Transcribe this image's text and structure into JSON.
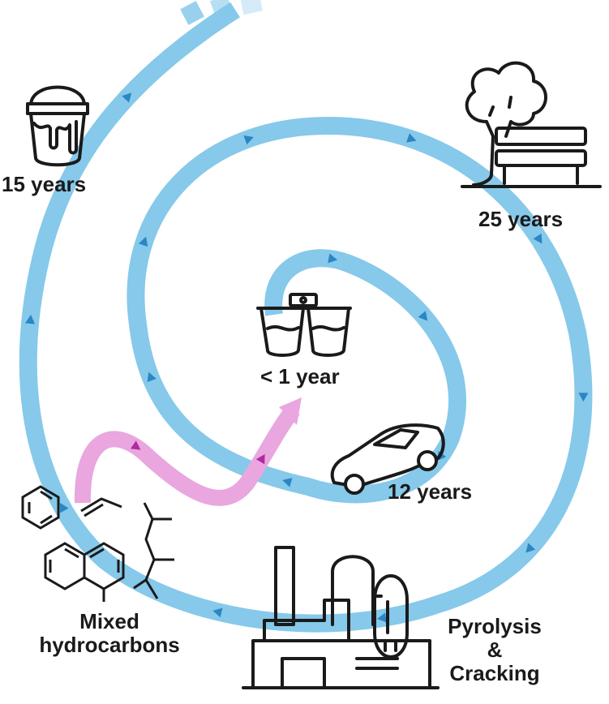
{
  "labels": {
    "yogurt": "< 1 year",
    "car": "12 years",
    "paint": "15 years",
    "bench": "25 years",
    "hydrocarbons_line1": "Mixed",
    "hydrocarbons_line2": "hydrocarbons",
    "pyrolysis_line1": "Pyrolysis",
    "pyrolysis_line2": "&",
    "pyrolysis_line3": "Cracking"
  },
  "icons": {
    "yogurt": "yogurt-cups-icon",
    "car": "car-icon",
    "paint": "paint-bucket-icon",
    "bench": "tree-bench-icon",
    "factory": "factory-icon",
    "benzene": "benzene-icon",
    "naphthalene": "naphthalene-icon",
    "alkene": "propene-icon",
    "alkane": "branched-alkane-icon"
  },
  "colors": {
    "spiral": "#86c9ea",
    "spiral_arrow": "#2a86c4",
    "recycle": "#e9a6df",
    "recycle_arrow": "#b02b9e",
    "ink": "#1a1a1a"
  }
}
